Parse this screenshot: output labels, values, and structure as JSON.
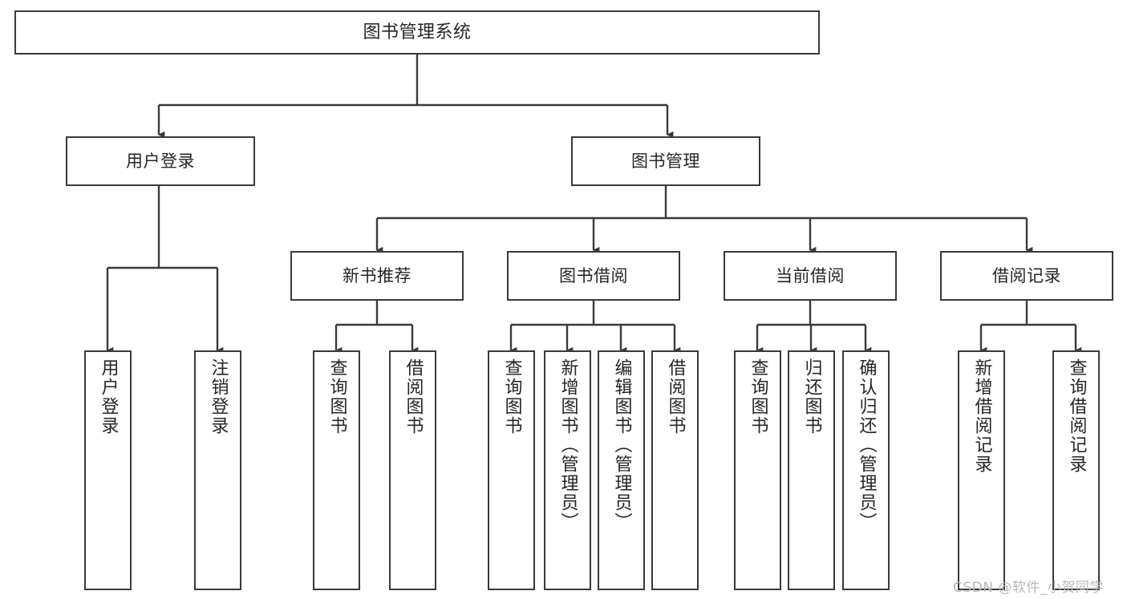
{
  "diagram": {
    "title": "图书管理系统",
    "type": "functional-structure-tree",
    "watermark": "CSDN @软件_小贺同学",
    "colors": {
      "box_border": "#3a3a3a",
      "box_fill": "#ffffff",
      "text": "#262626",
      "edge": "#3a3a3a",
      "watermark": "#b9b9b9"
    },
    "nodes": {
      "root": {
        "label": "图书管理系统"
      },
      "level2": [
        {
          "label": "用户登录"
        },
        {
          "label": "图书管理"
        }
      ],
      "level3": [
        {
          "label": "新书推荐"
        },
        {
          "label": "图书借阅"
        },
        {
          "label": "当前借阅"
        },
        {
          "label": "借阅记录"
        }
      ],
      "leaves": {
        "user_login": [
          {
            "label": "用户登录"
          },
          {
            "label": "注销登录"
          }
        ],
        "new_book_recommend": [
          {
            "label": "查询图书"
          },
          {
            "label": "借阅图书"
          }
        ],
        "book_borrow": [
          {
            "label": "查询图书"
          },
          {
            "label": "新增图书（管理员）"
          },
          {
            "label": "编辑图书（管理员）"
          },
          {
            "label": "借阅图书"
          }
        ],
        "current_borrow": [
          {
            "label": "查询图书"
          },
          {
            "label": "归还图书"
          },
          {
            "label": "确认归还（管理员）"
          }
        ],
        "borrow_record": [
          {
            "label": "新增借阅记录"
          },
          {
            "label": "查询借阅记录"
          }
        ]
      }
    }
  }
}
